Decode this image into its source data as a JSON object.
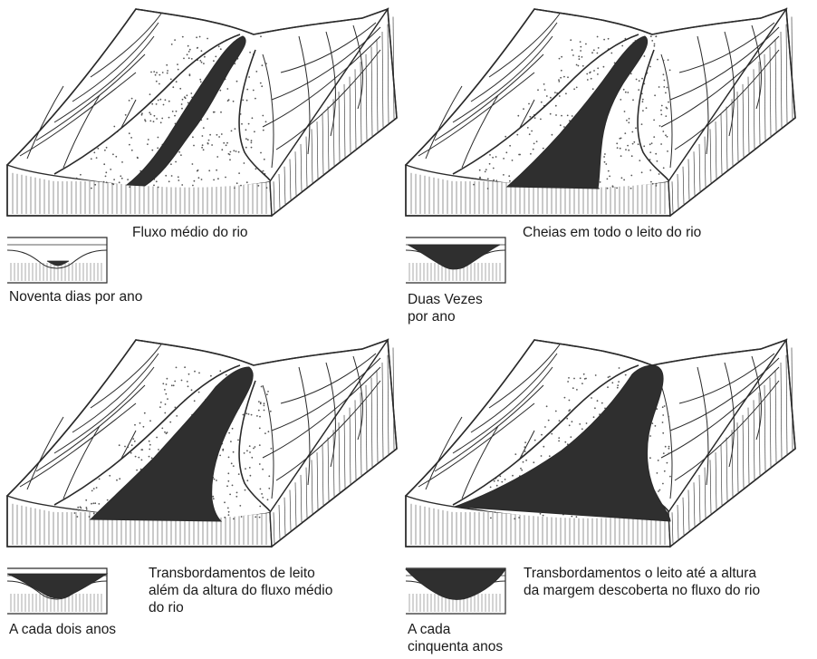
{
  "colors": {
    "ink": "#2a2a2a",
    "water": "#2f2f2f",
    "paper": "#ffffff",
    "sand_dot": "#555555"
  },
  "panels": [
    {
      "flow_label": "Fluxo médio do rio",
      "frequency_label": "Noventa dias por ano",
      "water_level": "low"
    },
    {
      "flow_label": "Cheias em todo o leito do rio",
      "frequency_label": "Duas Vezes\npor ano",
      "water_level": "bankfull"
    },
    {
      "flow_label": "Transbordamentos de leito\nalém da altura do fluxo médio\ndo rio",
      "frequency_label": "A cada dois anos",
      "water_level": "overbank"
    },
    {
      "flow_label": "Transbordamentos o leito até a altura\nda margem descoberta no fluxo do rio",
      "frequency_label": "A cada\ncinquenta anos",
      "water_level": "flood"
    }
  ]
}
